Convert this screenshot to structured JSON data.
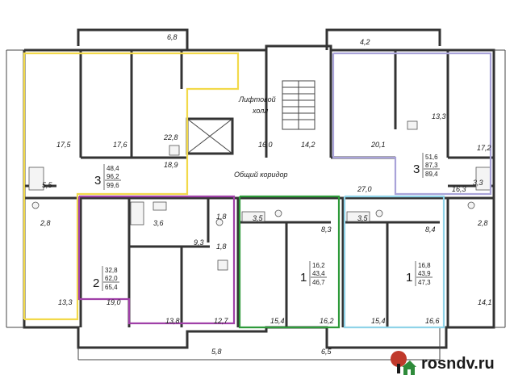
{
  "plan": {
    "labels": {
      "balcony_top_left": "6,8",
      "balcony_top_right": "4,2",
      "balcony_bottom_left": "5,8",
      "balcony_bottom_mid": "6,5",
      "lift_hall_1": "Лифтовой",
      "lift_hall_2": "холл",
      "corridor": "Общий коридор",
      "r_17_5": "17,5",
      "r_17_6": "17,6",
      "r_22_8": "22,8",
      "r_16_0": "16,0",
      "r_14_2": "14,2",
      "r_20_1": "20,1",
      "r_13_3a": "13,3",
      "r_17_2": "17,2",
      "r_18_9": "18,9",
      "r_27_0": "27,0",
      "r_16_3": "16,3",
      "r_3_3": "3,3",
      "r_5_5": "5,5",
      "r_2_8a": "2,8",
      "r_2_8b": "2,8",
      "r_3_6": "3,6",
      "r_1_8a": "1,8",
      "r_1_8b": "1,8",
      "r_9_3": "9,3",
      "r_3_5a": "3,5",
      "r_8_3": "8,3",
      "r_3_5b": "3,5",
      "r_8_4": "8,4",
      "r_13_3b": "13,3",
      "r_19_0": "19,0",
      "r_13_8": "13,8",
      "r_12_7": "12,7",
      "r_15_4a": "15,4",
      "r_16_2": "16,2",
      "r_15_4b": "15,4",
      "r_16_6": "16,6",
      "r_14_1": "14,1"
    },
    "apartments": [
      {
        "rooms": "3",
        "a": "48,4",
        "b": "96,2",
        "c": "99,6"
      },
      {
        "rooms": "3",
        "a": "51,6",
        "b": "87,3",
        "c": "89,4"
      },
      {
        "rooms": "2",
        "a": "32,8",
        "b": "62,0",
        "c": "65,4"
      },
      {
        "rooms": "1",
        "a": "16,2",
        "b": "43,4",
        "c": "46,7"
      },
      {
        "rooms": "1",
        "a": "16,8",
        "b": "43,9",
        "c": "47,3"
      }
    ],
    "colors": {
      "yellow": "#f2d94a",
      "purple": "#a040a8",
      "green": "#2e9a3a",
      "cyan": "#8fd3e8",
      "lavender": "#a9a3d9"
    }
  },
  "watermark": {
    "text": "rosndv.ru",
    "icon": "house-tree-icon"
  }
}
